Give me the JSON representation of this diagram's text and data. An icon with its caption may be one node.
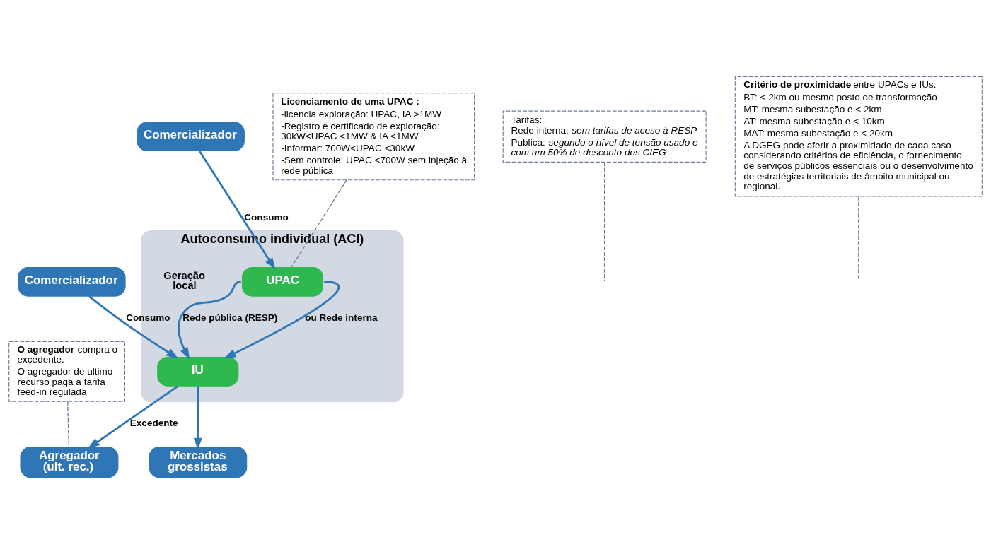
{
  "diagram": {
    "nodes": [
      {
        "text": [
          "Autoconsumo individual (ACI)"
        ]
      },
      {
        "text": [
          "UPAC"
        ],
        "in": 0
      },
      {
        "text": [
          "IU"
        ],
        "in": 0
      },
      {
        "text": [
          "Comercializador"
        ]
      },
      {
        "text": [
          "Comercializador"
        ]
      },
      {
        "text": [
          "Agregador (ult. rec.)"
        ]
      },
      {
        "text": [
          "Mercados grossistas"
        ]
      },
      {
        "text": [
          "Tarifas:",
          "Rede interna: *sem tarifas de aceso à RESP*",
          "Publica: *segundo o nível de tensão usado e com um 50% de desconto dos CIEG*"
        ]
      },
      {
        "text": [
          "**Licenciamento de uma UPAC :**",
          "-licencia exploração: UPAC, IA >1MW",
          "-Registro e certificado de exploração: 30kW<UPAC <1MW & IA <1MW",
          "-Informar: 700W<UPAC <30kW",
          "-Sem controle: UPAC <700W sem injeção à rede pública"
        ]
      },
      {
        "text": [
          "**Critério de proximidade** entre UPACs e IUs:",
          "BT: < 2km ou mesmo posto de transformação",
          "MT: mesma subestação e < 2km",
          "AT: mesma subestação e < 10km",
          "MAT: mesma subestação e < 20km",
          "A DGEG pode aferir a proximidade de cada caso considerando critérios de eficiência, o fornecimento de serviços públicos essenciais ou o desenvolvimento de estratégias territoriais de âmbito municipal ou regional."
        ]
      },
      {
        "text": [
          "**O agregador** compra o excedente.",
          "O agregador de ultimo recurso paga a tarifa feed-in regulada"
        ]
      }
    ],
    "edges": [
      {
        "from": 3,
        "to": 1,
        "arrow": "to",
        "label": "Consumo"
      },
      {
        "from": 4,
        "to": 2,
        "arrow": "to",
        "label": "Consumo"
      },
      {
        "from": 1,
        "to": 2,
        "arrow": "to",
        "label": "Rede pública (RESP)"
      },
      {
        "from": 1,
        "to": 2,
        "arrow": "to",
        "label": "ou Rede interna"
      },
      {
        "from": 2,
        "to": 5,
        "arrow": "to",
        "label": "Excedente"
      },
      {
        "from": 2,
        "to": 6,
        "arrow": "to"
      },
      {
        "from": 7,
        "to": null,
        "arrow": "none",
        "style": "dashed",
        "color": "#6b7a99"
      },
      {
        "from": 8,
        "to": 1,
        "arrow": "none",
        "style": "dashed",
        "color": "#6b7a99"
      },
      {
        "from": 9,
        "to": null,
        "arrow": "none",
        "style": "dashed",
        "color": "#6b7a99"
      },
      {
        "from": 10,
        "to": 5,
        "arrow": "none",
        "style": "dashed",
        "color": "#6b7a99"
      }
    ],
    "labels": [
      "Geração local"
    ]
  }
}
